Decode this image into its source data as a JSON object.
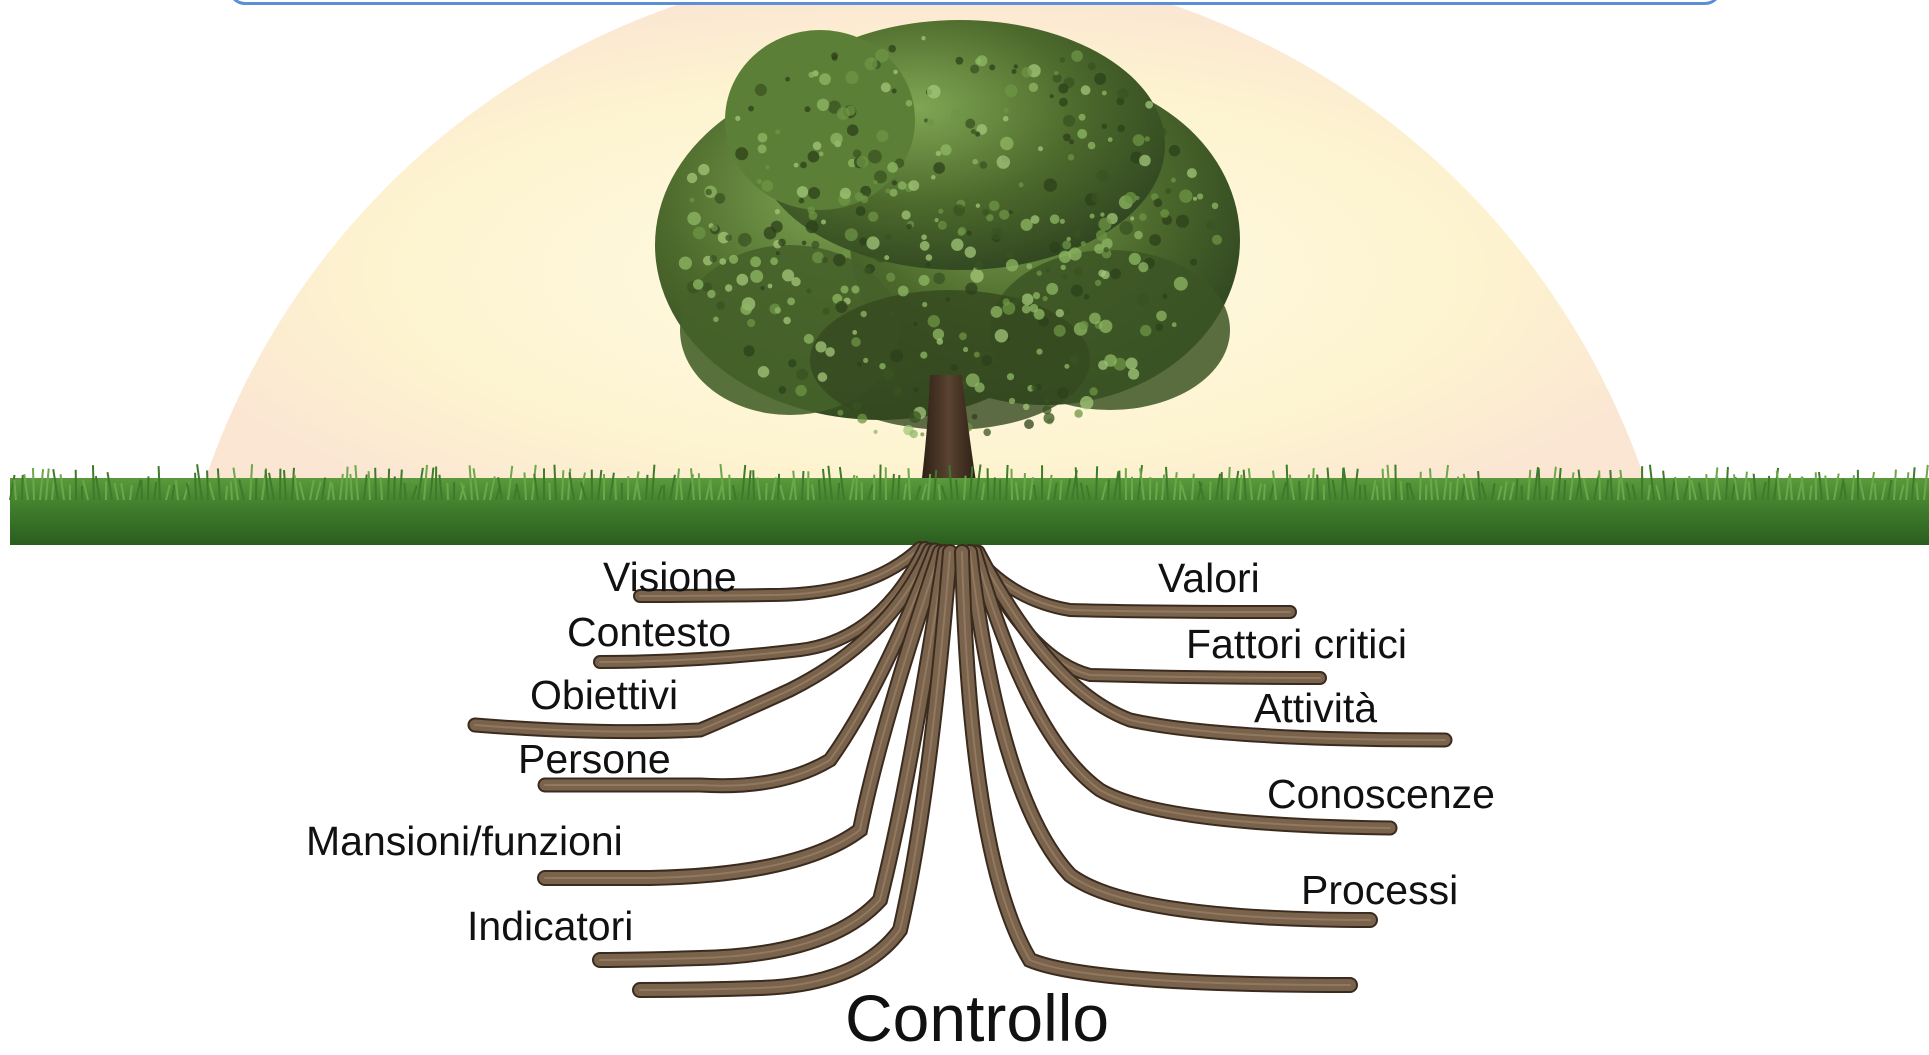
{
  "diagram": {
    "root_label": "Controllo",
    "left_labels": [
      "Visione",
      "Contesto",
      "Obiettivi",
      "Persone",
      "Mansioni/funzioni",
      "Indicatori"
    ],
    "right_labels": [
      "Valori",
      "Fattori critici",
      "Attività",
      "Conoscenze",
      "Processi"
    ]
  },
  "colors": {
    "sun": "#fdf6d8",
    "sun_edge": "#fbe7d6",
    "grass": "#3e7a2c",
    "grass_dark": "#2a5a1e",
    "foliage": "#4f6b2e",
    "foliage_light": "#6f9a45",
    "trunk": "#3b2b1f",
    "root": "#6b5642",
    "frame": "#5b8fd6"
  }
}
